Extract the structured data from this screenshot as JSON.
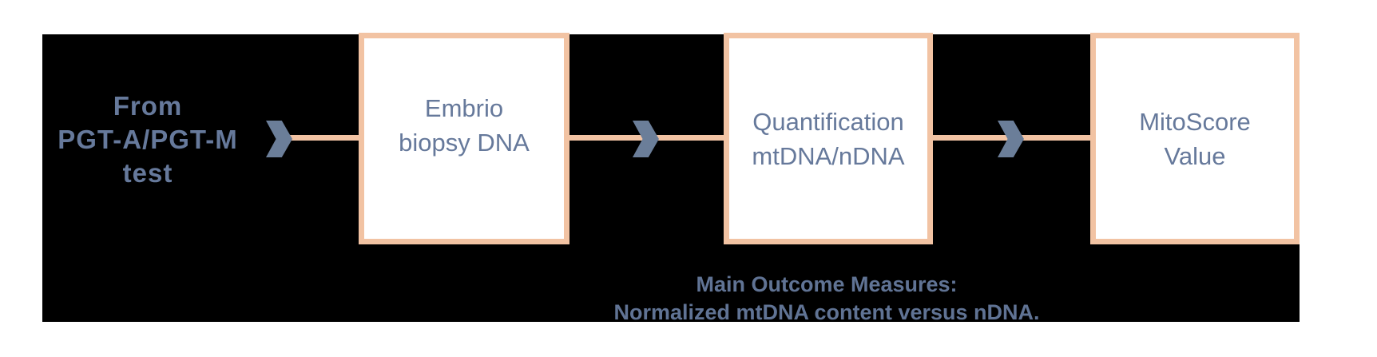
{
  "diagram": {
    "source": {
      "line1": "From",
      "line2": "PGT-A/PGT-M",
      "line3": "test"
    },
    "steps": [
      {
        "line1": "Embrio",
        "line2": "biopsy DNA"
      },
      {
        "line1": "Quantification",
        "line2": "mtDNA/nDNA"
      },
      {
        "line1": "MitoScore",
        "line2": "Value"
      }
    ],
    "caption": {
      "title": "Main Outcome Measures:",
      "subtitle": "Normalized mtDNA content versus nDNA."
    }
  },
  "colors": {
    "page_background": "#ffffff",
    "canvas_background": "#000000",
    "box_fill": "#ffffff",
    "box_border_peach": "#f2c3a3",
    "connector_peach": "#f2c3a3",
    "chevron_blue_gray": "#6b7e99",
    "text_blue_gray": "#66799b",
    "caption_blue_gray": "#607394"
  }
}
